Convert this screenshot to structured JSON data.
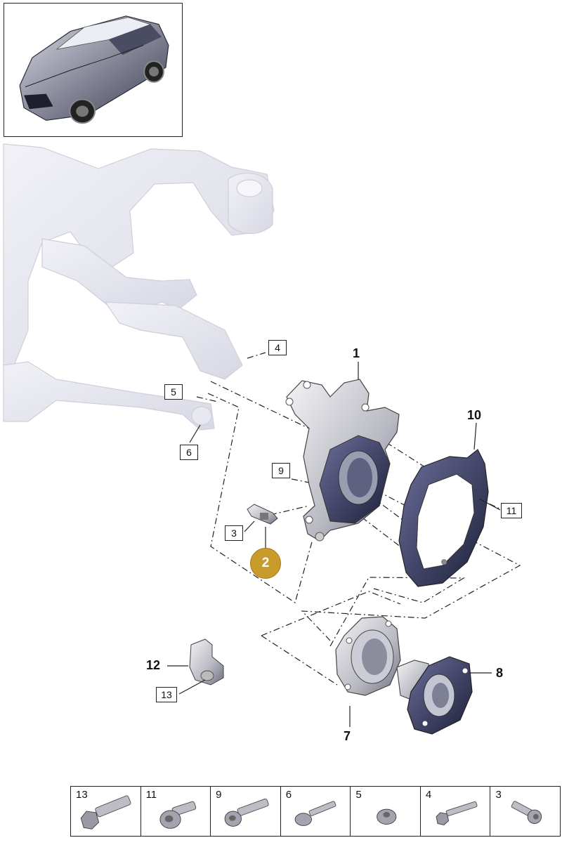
{
  "overview": {
    "icon": "car-overview-icon"
  },
  "callouts": {
    "c1": "1",
    "c2": "2",
    "c3": "3",
    "c4": "4",
    "c5": "5",
    "c6": "6",
    "c7": "7",
    "c8": "8",
    "c9": "9",
    "c10": "10",
    "c11": "11",
    "c12": "12",
    "c13": "13"
  },
  "highlight_color": "#c89b2b",
  "fasteners": [
    {
      "num": "13",
      "icon": "hex-bolt-icon"
    },
    {
      "num": "11",
      "icon": "torx-flange-bolt-icon"
    },
    {
      "num": "9",
      "icon": "torx-bolt-icon"
    },
    {
      "num": "6",
      "icon": "flange-bolt-icon"
    },
    {
      "num": "5",
      "icon": "flange-nut-icon"
    },
    {
      "num": "4",
      "icon": "hex-bolt-icon"
    },
    {
      "num": "3",
      "icon": "socket-head-bolt-icon"
    }
  ]
}
